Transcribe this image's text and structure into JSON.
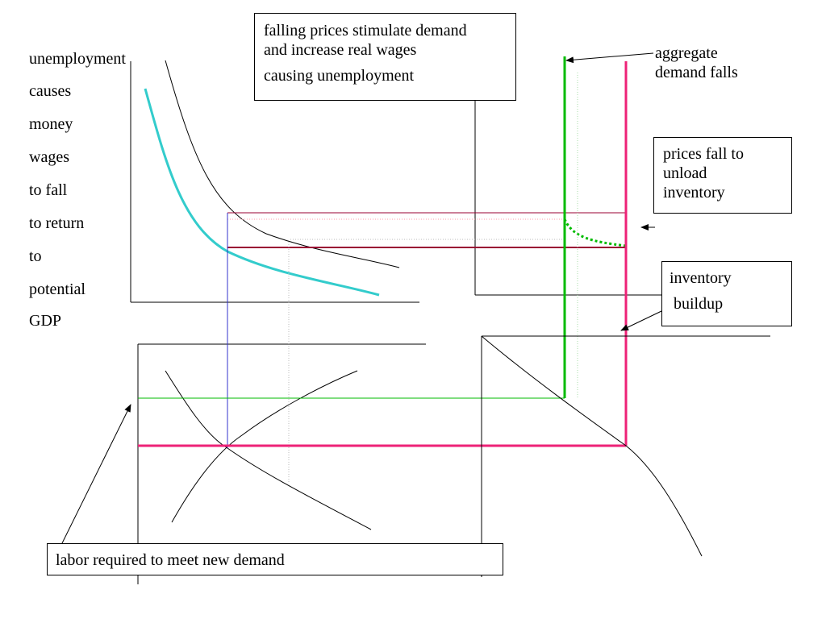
{
  "left_label": {
    "lines": [
      "unemployment",
      "causes",
      "money",
      "wages",
      "to fall",
      "to return",
      "to",
      "potential",
      "GDP"
    ]
  },
  "top_box": {
    "line1": "falling prices stimulate demand",
    "line2": "and increase real wages",
    "line3": "causing unemployment"
  },
  "aggregate_label": {
    "line1": "aggregate",
    "line2": "demand falls"
  },
  "prices_box": {
    "line1": "prices fall to",
    "line2": "unload",
    "line3": "inventory"
  },
  "inventory_box": {
    "line1": "inventory",
    "line2": " buildup"
  },
  "labor_box": {
    "text": "labor required to meet new demand"
  },
  "colors": {
    "wage_curve": "#33cccc",
    "demand_new": "#00bb00",
    "potential": "#ee2277",
    "price_level": "#990033",
    "labor_vertical": "#3333cc"
  }
}
